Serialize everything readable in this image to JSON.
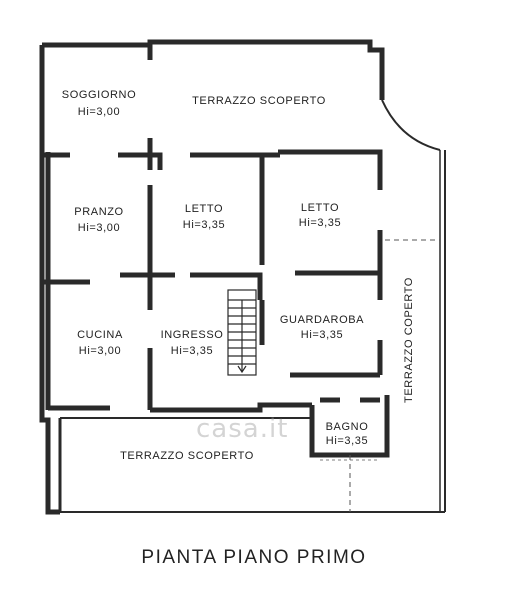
{
  "title": "PIANTA PIANO PRIMO",
  "watermark": "casa.it",
  "rooms": {
    "soggiorno": {
      "name": "SOGGIORNO",
      "height": "Hi=3,00"
    },
    "terrazzo_top": {
      "name": "TERRAZZO SCOPERTO"
    },
    "pranzo": {
      "name": "PRANZO",
      "height": "Hi=3,00"
    },
    "letto1": {
      "name": "LETTO",
      "height": "Hi=3,35"
    },
    "letto2": {
      "name": "LETTO",
      "height": "Hi=3,35"
    },
    "cucina": {
      "name": "CUCINA",
      "height": "Hi=3,00"
    },
    "ingresso": {
      "name": "INGRESSO",
      "height": "Hi=3,35"
    },
    "guardaroba": {
      "name": "GUARDAROBA",
      "height": "Hi=3,35"
    },
    "terrazzo_coperto": {
      "name": "TERRAZZO COPERTO"
    },
    "bagno": {
      "name": "BAGNO",
      "height": "Hi=3,35"
    },
    "terrazzo_bottom": {
      "name": "TERRAZZO SCOPERTO"
    }
  }
}
